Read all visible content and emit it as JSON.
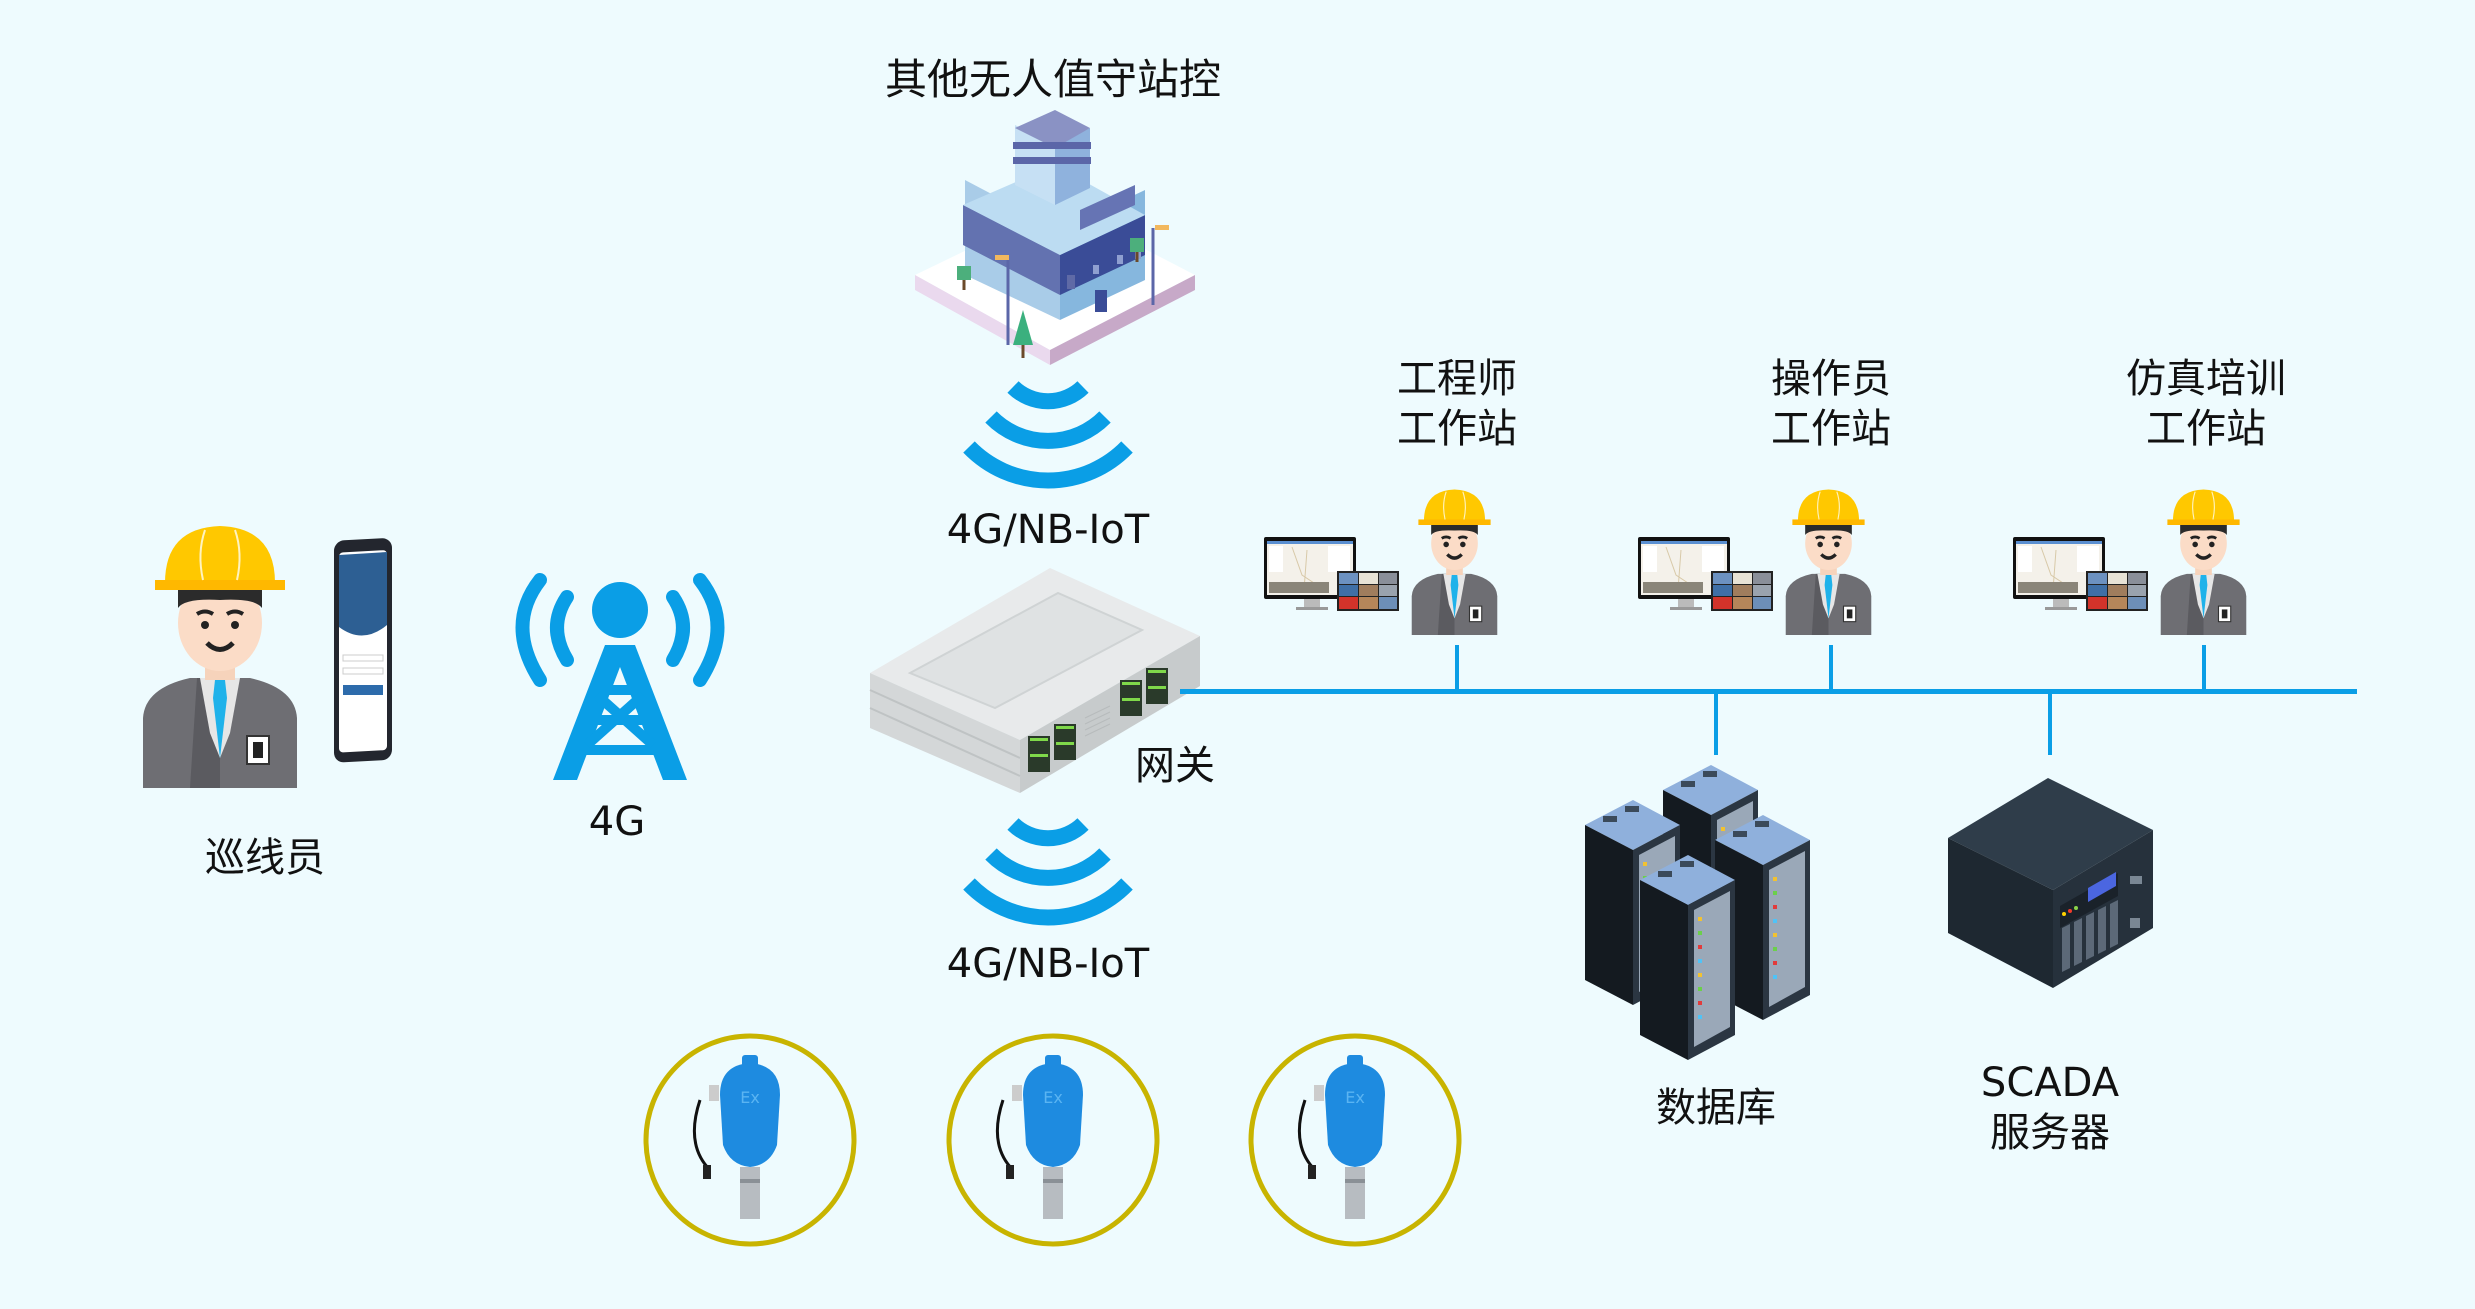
{
  "diagram": {
    "title": "4G/NB-IoT gas monitoring network topology",
    "nodes": {
      "remote_station": {
        "label": "其他无人值守站控",
        "icon": "building-icon"
      },
      "top_link": {
        "label": "4G/NB-IoT",
        "icon": "wireless-signal-icon"
      },
      "gateway": {
        "label": "网关",
        "icon": "network-switch-icon"
      },
      "bottom_link": {
        "label": "4G/NB-IoT",
        "icon": "wireless-signal-icon"
      },
      "patrol": {
        "label": "巡线员",
        "icon": "worker-icon",
        "device_icon": "smartphone-icon"
      },
      "cell_tower": {
        "label": "4G",
        "icon": "cell-tower-icon"
      },
      "workstations": [
        {
          "line1": "工程师",
          "line2": "工作站",
          "icon": "engineer-workstation-icon"
        },
        {
          "line1": "操作员",
          "line2": "工作站",
          "icon": "operator-workstation-icon"
        },
        {
          "line1": "仿真培训",
          "line2": "工作站",
          "icon": "training-workstation-icon"
        }
      ],
      "database": {
        "label": "数据库",
        "icon": "server-racks-icon"
      },
      "scada": {
        "line1": "SCADA",
        "line2": "服务器",
        "icon": "scada-server-icon"
      },
      "sensors": [
        {
          "badge": "Ex",
          "icon": "gas-detector-icon"
        },
        {
          "badge": "Ex",
          "icon": "gas-detector-icon"
        },
        {
          "badge": "Ex",
          "icon": "gas-detector-icon"
        }
      ]
    },
    "colors": {
      "background": "#eefbfe",
      "accent_blue": "#0a9ee6",
      "sensor_ring": "#c8b400",
      "helmet": "#ffc800",
      "suit": "#6b6b70"
    }
  }
}
